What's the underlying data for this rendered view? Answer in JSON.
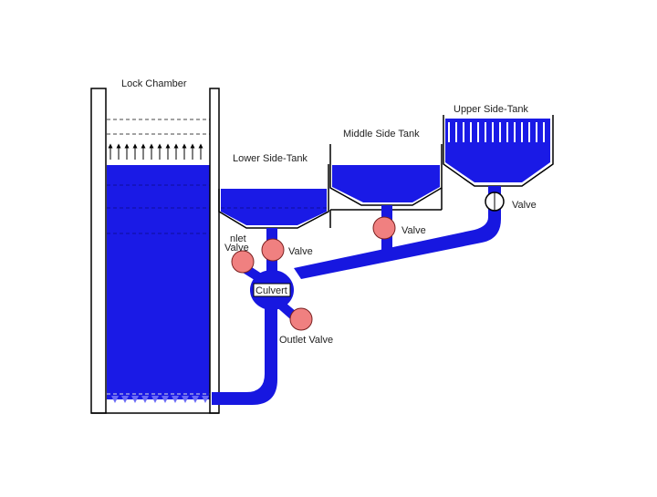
{
  "colors": {
    "water": "#1a1ae6",
    "pipe": "#1717e0",
    "valve": "#f08080",
    "valve_outline": "#7a2020",
    "wall": "#000000",
    "background": "#ffffff"
  },
  "labels": {
    "lock_chamber": "Lock Chamber",
    "lower_side_tank": "Lower Side-Tank",
    "middle_side_tank": "Middle Side Tank",
    "upper_side_tank": "Upper Side-Tank",
    "valve_upper": "Valve",
    "valve_middle": "Valve",
    "valve_lower": "Valve",
    "inlet_valve_line1": "nlet",
    "inlet_valve_line2": "Valve",
    "culvert": "Culvert",
    "outlet_valve": "Outlet Valve"
  },
  "icons": {
    "valve_open": "pink-circle",
    "valve_closed": "hollow-circle",
    "flow_arrow": "up-arrow"
  }
}
